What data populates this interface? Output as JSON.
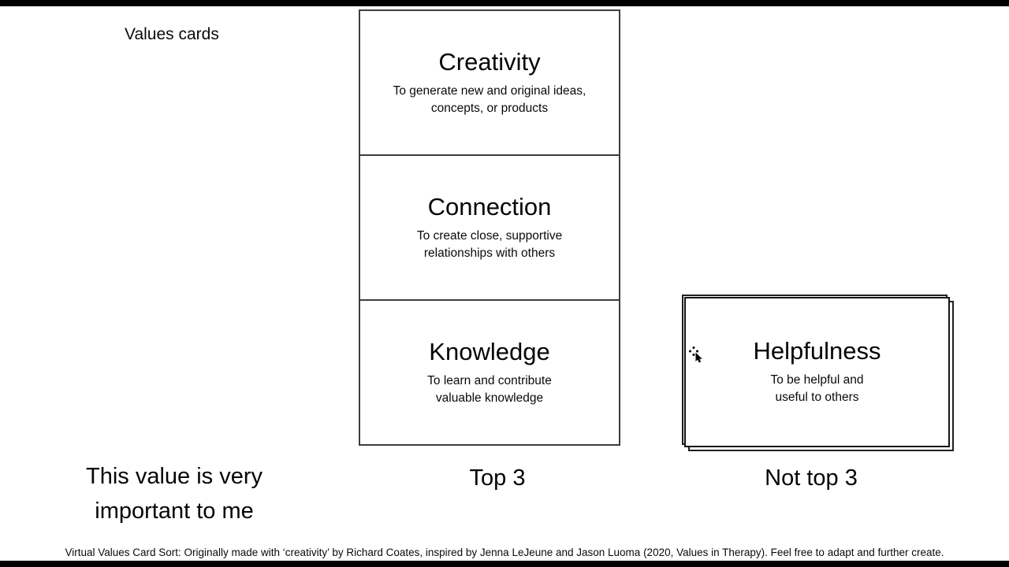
{
  "header": {
    "values_cards_label": "Values cards"
  },
  "piles": {
    "top3": {
      "label": "Top 3",
      "cards": [
        {
          "title": "Creativity",
          "description": "To generate new and original ideas,\nconcepts, or products"
        },
        {
          "title": "Connection",
          "description": "To create close, supportive\nrelationships with others"
        },
        {
          "title": "Knowledge",
          "description": "To learn and contribute\nvaluable knowledge"
        }
      ]
    },
    "not_top3": {
      "label": "Not top 3",
      "cards": [
        {
          "title": "Helpfulness",
          "description": "To be helpful and\nuseful to others"
        }
      ]
    },
    "importance_label": "This value is very\nimportant to me"
  },
  "footer": {
    "attribution": "Virtual Values Card Sort: Originally made with ‘creativity’ by Richard Coates, inspired by Jenna LeJeune and Jason Luoma (2020, Values in Therapy). Feel free to adapt and further create."
  },
  "icons": {
    "move_cursor": "move-cursor-icon"
  },
  "colors": {
    "background": "#ffffff",
    "letterbox": "#000000",
    "text": "#000000",
    "card_border": "#3d3d3d",
    "stack_border": "#1f1f1f"
  }
}
